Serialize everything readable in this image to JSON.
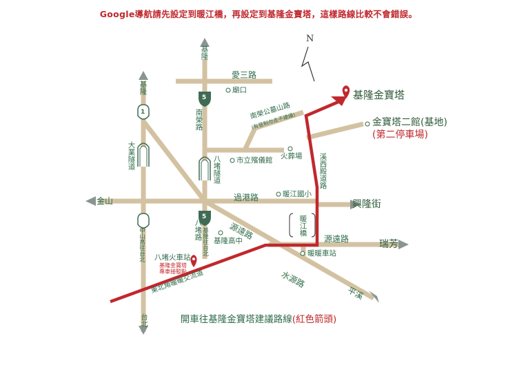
{
  "notice": "Google導航請先設定到暖江橋，再設定到基隆金寶塔，這樣路線比較不會錯誤。",
  "north_label": "N",
  "destination": "基隆金寶塔",
  "second_hall": "金寶塔二館(基地)",
  "second_parking": "(第二停車場)",
  "caption_main": "開車往基隆金寶塔建議路線",
  "caption_red": "(紅色箭頭)",
  "roads": {
    "aisan": "愛三路",
    "nanrong": "南榮路",
    "nanrong_cemetery": "南榮公墓山路",
    "nanrong_cemetery_note": "(有管制勿走不建議)",
    "guogang": "過港路",
    "xinglong": "興隆街",
    "yuanyuan": "源遠路",
    "yuanyuan_east": "源遠路",
    "shuiyuan": "水源路",
    "xixi_palace": "溪西殿道路",
    "badu_road": "八堵路",
    "zhongshan_hwy": "中山高往台北",
    "keelung_hwy": "基隆往台北",
    "northeast_expwy": "東北角暖暖交流道",
    "dayeh_tunnel": "大業隧道",
    "badu_tunnel": "八堵隧道",
    "nuanjiang_bridge": "暖江橋"
  },
  "directions": {
    "keelung_top": "基隆",
    "keelung_left": "基隆",
    "jinshan": "金山",
    "ruifang": "瑞芳",
    "pingxi": "平溪",
    "taipei": "台北"
  },
  "poi": {
    "miaokou": "廟口",
    "funeral_hall": "市立殯儀館",
    "crematorium": "火葬場",
    "nuanjiang_school": "暖江國小",
    "keelung_high": "基隆高中",
    "nuannuan_station": "暖暖車站",
    "badu_station": "八堵火車站",
    "badu_station_note_1": "基隆金寶塔",
    "badu_station_note_2": "專車接駁點"
  },
  "shields": {
    "route_a": "1",
    "route_b": "5",
    "route_c": "5"
  },
  "colors": {
    "road": "#d3c2a2",
    "route": "#c0282d",
    "text_green": "#2f6b4a",
    "arrow_grey": "#8a9590",
    "shield": "#3f6b55"
  },
  "icons": [
    "north-arrow-icon",
    "destination-pin-icon",
    "station-pin-icon",
    "tunnel-icon",
    "freeway-shield-icon",
    "provincial-shield-icon"
  ]
}
